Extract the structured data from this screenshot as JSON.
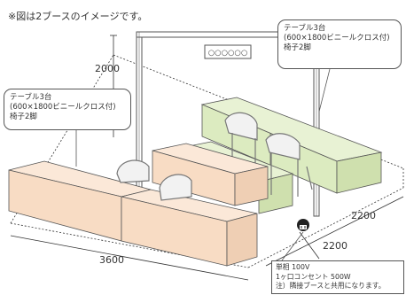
{
  "note": "※図は2ブースのイメージです。",
  "sign_text": "○○○○○○",
  "dimensions": {
    "height": "2000",
    "width": "3600",
    "depth_right": "2200",
    "depth_front": "2200"
  },
  "callout_right": {
    "line1": "テーブル3台",
    "line2": "(600×1800ビニールクロス付)",
    "line3": "椅子2脚"
  },
  "callout_left": {
    "line1": "テーブル3台",
    "line2": "(600×1800ビニールクロス付)",
    "line3": "椅子2脚"
  },
  "power": {
    "line1": "単相 100V",
    "line2": "1ヶ口コンセント 500W",
    "line3": "注）隣接ブースと共用になります。"
  },
  "colors": {
    "table_front": "#f8dcc4",
    "table_back": "#dcebc0",
    "frame": "#555555",
    "floor_dash": "#333333"
  }
}
